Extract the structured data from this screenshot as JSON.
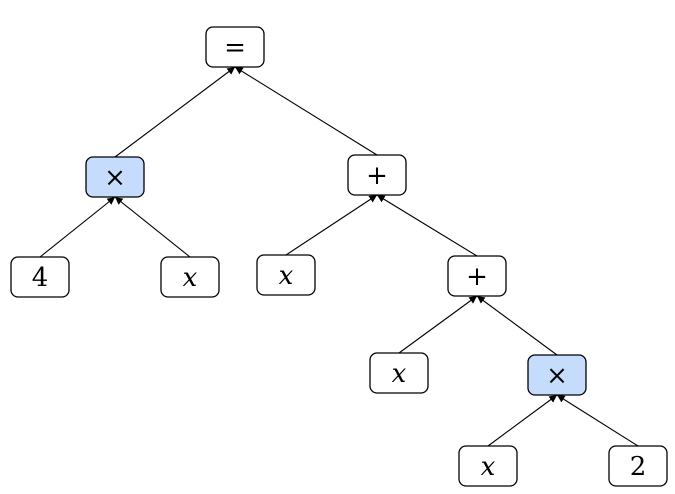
{
  "diagram": {
    "colors": {
      "highlight_fill": "#c5dcfd",
      "default_fill": "#ffffff",
      "stroke": "#000000"
    },
    "nodes": [
      {
        "id": "eq",
        "label": "=",
        "kind": "op",
        "highlight": false
      },
      {
        "id": "mul1",
        "label": "×",
        "kind": "op",
        "highlight": true
      },
      {
        "id": "plus1",
        "label": "+",
        "kind": "op",
        "highlight": false
      },
      {
        "id": "n4",
        "label": "4",
        "kind": "num",
        "highlight": false
      },
      {
        "id": "x1",
        "label": "x",
        "kind": "var",
        "highlight": false
      },
      {
        "id": "x2",
        "label": "x",
        "kind": "var",
        "highlight": false
      },
      {
        "id": "plus2",
        "label": "+",
        "kind": "op",
        "highlight": false
      },
      {
        "id": "x3",
        "label": "x",
        "kind": "var",
        "highlight": false
      },
      {
        "id": "mul2",
        "label": "×",
        "kind": "op",
        "highlight": true
      },
      {
        "id": "x4",
        "label": "x",
        "kind": "var",
        "highlight": false
      },
      {
        "id": "n2",
        "label": "2",
        "kind": "num",
        "highlight": false
      }
    ],
    "edges": [
      {
        "from": "mul1",
        "to": "eq"
      },
      {
        "from": "plus1",
        "to": "eq"
      },
      {
        "from": "n4",
        "to": "mul1"
      },
      {
        "from": "x1",
        "to": "mul1"
      },
      {
        "from": "x2",
        "to": "plus1"
      },
      {
        "from": "plus2",
        "to": "plus1"
      },
      {
        "from": "x3",
        "to": "plus2"
      },
      {
        "from": "mul2",
        "to": "plus2"
      },
      {
        "from": "x4",
        "to": "mul2"
      },
      {
        "from": "n2",
        "to": "mul2"
      }
    ]
  }
}
